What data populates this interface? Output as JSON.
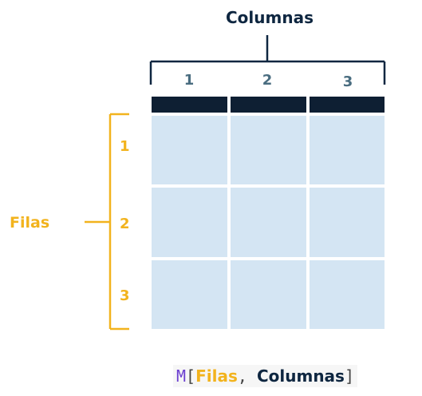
{
  "columns_label": "Columnas",
  "rows_label": "Filas",
  "column_numbers": [
    "1",
    "2",
    "3"
  ],
  "row_numbers": [
    "1",
    "2",
    "3"
  ],
  "formula": {
    "matrix": "M",
    "open": "[",
    "rows": "Filas",
    "separator": ", ",
    "columns": "Columnas",
    "close": "]"
  },
  "colors": {
    "columns_accent": "#0e2640",
    "rows_accent": "#f2b31d",
    "header_bar": "#0e1f33",
    "cell_fill": "#d4e5f3"
  }
}
